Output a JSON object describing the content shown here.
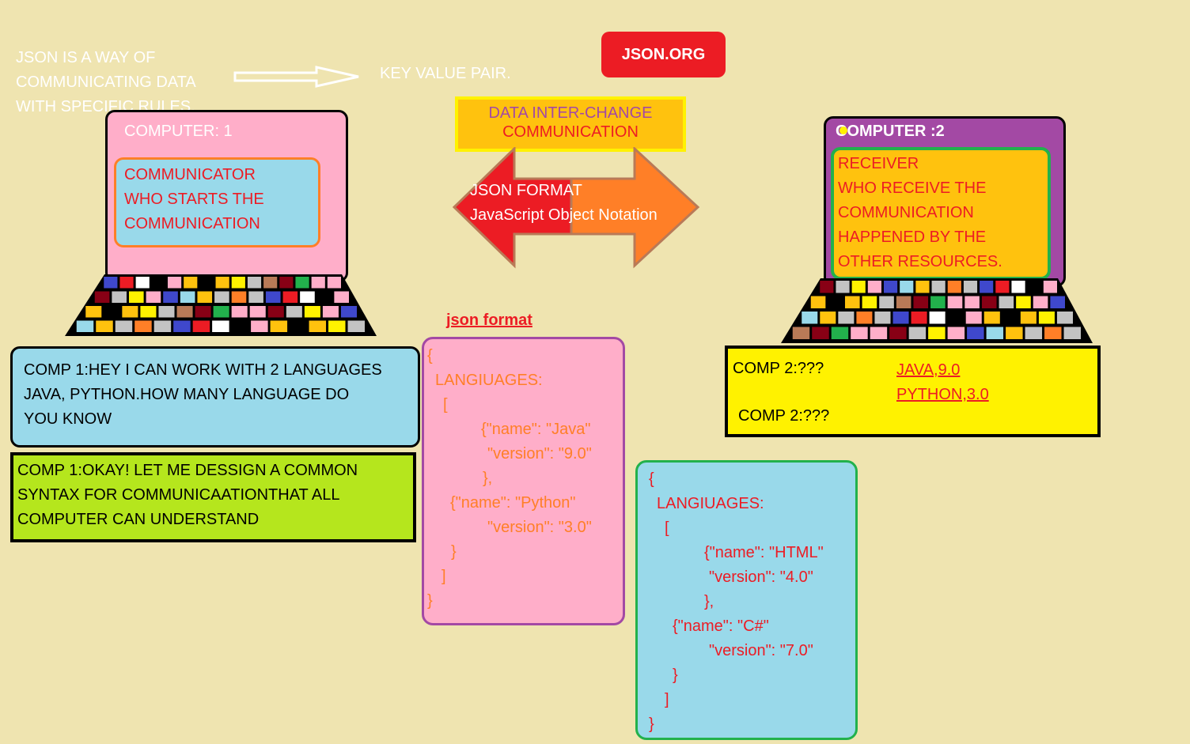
{
  "intro_text": [
    "JSON IS A WAY OF",
    "COMMUNICATING DATA",
    "WITH SPECIFIC RULES."
  ],
  "key_value_label": "KEY VALUE PAIR.",
  "json_org_label": "JSON.ORG",
  "data_interchange": {
    "line1": "DATA INTER-CHANGE",
    "line2": "COMMUNICATION"
  },
  "json_format_arrow": {
    "line1": "JSON FORMAT",
    "line2": "JavaScript Object Notation"
  },
  "computer1": {
    "title": "COMPUTER: 1",
    "role_lines": [
      "COMMUNICATOR",
      "WHO STARTS THE",
      "COMMUNICATION"
    ]
  },
  "computer2": {
    "title": "COMPUTER :2",
    "role_lines": [
      "RECEIVER",
      "WHO RECEIVE THE",
      "COMMUNICATION",
      "HAPPENED BY THE",
      "OTHER RESOURCES."
    ]
  },
  "comp1_question_lines": [
    "COMP 1:HEY I CAN WORK WITH 2 LANGUAGES",
    "JAVA, PYTHON.HOW MANY LANGUAGE DO",
    "YOU KNOW"
  ],
  "comp1_okay_lines": [
    "COMP 1:OKAY! LET ME DESSIGN A COMMON",
    "SYNTAX FOR COMMUNICAATIONTHAT ALL",
    "COMPUTER CAN UNDERSTAND"
  ],
  "comp2": {
    "line1": "COMP 2:???",
    "line2": "COMP 2:???",
    "answer1": "JAVA,9.0",
    "answer2": "PYTHON,3.0"
  },
  "json_format_label": "json format",
  "code_pink": [
    "{",
    "LANGIUAGES:",
    "[",
    "{\"name\": \"Java\"",
    "\"version\": \"9.0\"",
    "},",
    "{\"name\": \"Python\"",
    "\"version\": \"3.0\"",
    "}",
    "]",
    "}"
  ],
  "code_blue": [
    "{",
    "LANGIUAGES:",
    "[",
    "{\"name\": \"HTML\"",
    "\"version\": \"4.0\"",
    "},",
    "{\"name\": \"C#\"",
    "\"version\": \"7.0\"",
    "}",
    "]",
    "}"
  ],
  "colors": {
    "background": "#efe4b0",
    "red": "#ec1c24",
    "orange": "#ff7f27",
    "purple": "#a349a4",
    "light_blue": "#99d9ea",
    "pink": "#ffaec9",
    "yellow": "#fff200",
    "gold": "#ffc20e",
    "green": "#22b14c",
    "lime": "#b5e61d"
  }
}
